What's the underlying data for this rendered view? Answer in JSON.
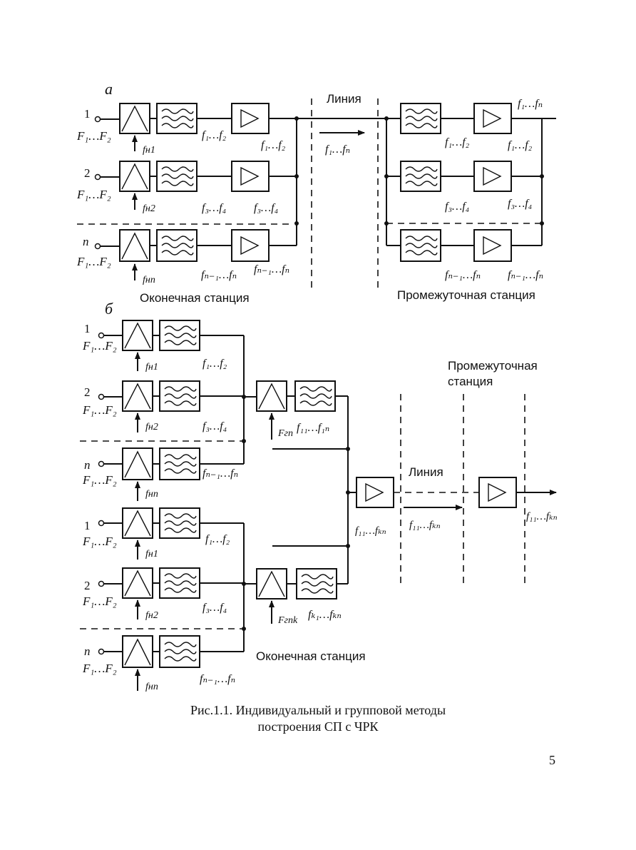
{
  "section_a": {
    "letter": "а",
    "line_label": "Линия",
    "line_band": "f₁…fₙ",
    "terminal_station": "Оконечная станция",
    "intermediate_station": "Промежуточная станция",
    "channels": [
      {
        "num": "1",
        "input": "F₁…F₂",
        "carrier": "fн1",
        "filter_band": "f₁…f₂",
        "amp_band": "f₁…f₂"
      },
      {
        "num": "2",
        "input": "F₁…F₂",
        "carrier": "fн2",
        "filter_band": "f₃…f₄",
        "amp_band": "f₃…f₄"
      },
      {
        "num": "n",
        "input": "F₁…F₂",
        "carrier": "fнn",
        "filter_band": "fₙ₋₁…fₙ",
        "amp_band": "fₙ₋₁…fₙ"
      }
    ],
    "intermediate": [
      {
        "filter_band": "f₁…f₂",
        "amp_band": "f₁…f₂"
      },
      {
        "filter_band": "f₃…f₄",
        "amp_band": "f₃…f₄"
      },
      {
        "filter_band": "fₙ₋₁…fₙ",
        "amp_band": "fₙ₋₁…fₙ"
      }
    ],
    "output_band": "f₁…fₙ"
  },
  "section_b": {
    "letter": "б",
    "line_label": "Линия",
    "line_band": "f₁₁…fₖₙ",
    "terminal_station": "Оконечная станция",
    "intermediate_station_l1": "Промежуточная",
    "intermediate_station_l2": "станция",
    "group1": [
      {
        "num": "1",
        "input": "F₁…F₂",
        "carrier": "fн1",
        "band": "f₁…f₂"
      },
      {
        "num": "2",
        "input": "F₁…F₂",
        "carrier": "fн2",
        "band": "f₃…f₄"
      },
      {
        "num": "n",
        "input": "F₁…F₂",
        "carrier": "fнn",
        "band": "fₙ₋₁…fₙ"
      }
    ],
    "group2": [
      {
        "num": "1",
        "input": "F₁…F₂",
        "carrier": "fн1",
        "band": "f₁…f₂"
      },
      {
        "num": "2",
        "input": "F₁…F₂",
        "carrier": "fн2",
        "band": "f₃…f₄"
      },
      {
        "num": "n",
        "input": "F₁…F₂",
        "carrier": "fнn",
        "band": "fₙ₋₁…fₙ"
      }
    ],
    "group1_carrier": "Fгп",
    "group1_band": "f₁₁…f₁ₙ",
    "groupk_carrier": "Fгпk",
    "groupk_band": "fₖ₁…fₖₙ",
    "amp_band": "f₁₁…fₖₙ",
    "output_band": "f₁₁…fₖₙ"
  },
  "caption_line1": "Рис.1.1. Индивидуальный и групповой методы",
  "caption_line2": "построения СП с ЧРК",
  "page_number": "5"
}
